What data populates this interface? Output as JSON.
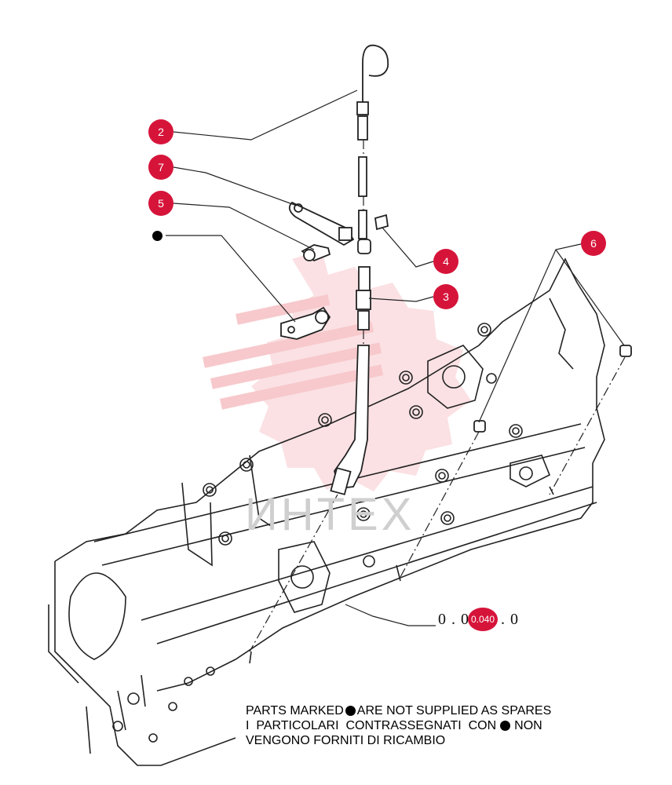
{
  "callouts": [
    {
      "id": "2",
      "label": "2"
    },
    {
      "id": "7",
      "label": "7"
    },
    {
      "id": "5",
      "label": "5"
    },
    {
      "id": "4",
      "label": "4"
    },
    {
      "id": "3",
      "label": "3"
    },
    {
      "id": "6",
      "label": "6"
    }
  ],
  "reference": {
    "code": "0 . 0 4 0 . 0",
    "badge": "0.040"
  },
  "watermark": "ИНТЕХ",
  "notes": {
    "line1_a": "PARTS MARKED",
    "line1_b": "ARE NOT SUPPLIED AS SPARES",
    "line2_a": "I  PARTICOLARI  CONTRASSEGNATI  CON",
    "line2_b": "NON",
    "line3": "VENGONO FORNITI DI RICAMBIO"
  },
  "colors": {
    "callout": "#d6143a",
    "watermark": "#f4b8bc",
    "line": "#222222"
  }
}
